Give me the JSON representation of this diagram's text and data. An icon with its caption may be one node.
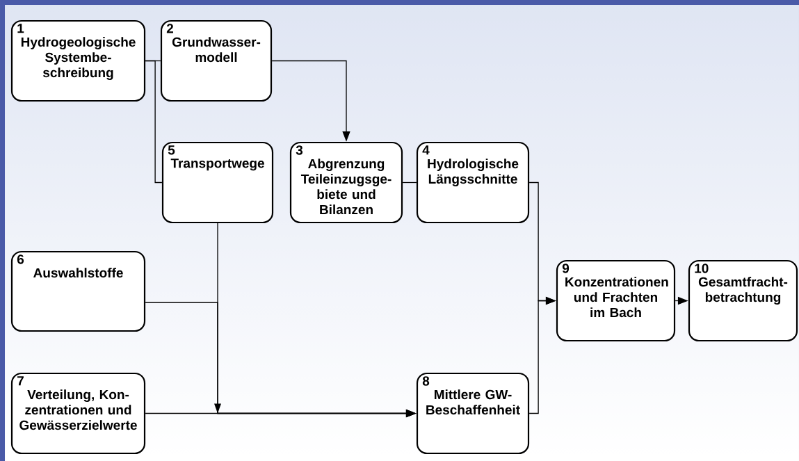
{
  "diagram": {
    "nodes": [
      {
        "text": [
          "1",
          "Hydrogeologische Systembe- schreibung"
        ]
      },
      {
        "text": [
          "2",
          "Grundwasser- modell"
        ]
      },
      {
        "text": [
          "3",
          "Abgrenzung Teileinzugsge- biete und Bilanzen"
        ]
      },
      {
        "text": [
          "4",
          "Hydrologische Längsschnitte"
        ]
      },
      {
        "text": [
          "5",
          "Transportwege"
        ]
      },
      {
        "text": [
          "6",
          "Auswahlstoffe"
        ]
      },
      {
        "text": [
          "7",
          "Verteilung, Kon- zentrationen und Gewässerzielwerte"
        ]
      },
      {
        "text": [
          "8",
          "Mittlere GW- Beschaffenheit"
        ]
      },
      {
        "text": [
          "9",
          "Konzentrationen und Frachten im Bach"
        ]
      },
      {
        "text": [
          "10",
          "Gesamtfracht- betrachtung"
        ]
      }
    ],
    "edges": [
      {
        "from": 0,
        "to": 1,
        "arrow": "none"
      },
      {
        "from": 0,
        "to": 4,
        "arrow": "none"
      },
      {
        "from": 1,
        "to": 2,
        "arrow": "to"
      },
      {
        "from": 2,
        "to": 3,
        "arrow": "none"
      },
      {
        "from": 4,
        "to": 7,
        "arrow": "to"
      },
      {
        "from": 5,
        "to": 7,
        "arrow": "to"
      },
      {
        "from": 6,
        "to": 7,
        "arrow": "to"
      },
      {
        "from": 3,
        "to": 8,
        "arrow": "to"
      },
      {
        "from": 7,
        "to": 8,
        "arrow": "to"
      },
      {
        "from": 8,
        "to": 9,
        "arrow": "to"
      }
    ]
  }
}
